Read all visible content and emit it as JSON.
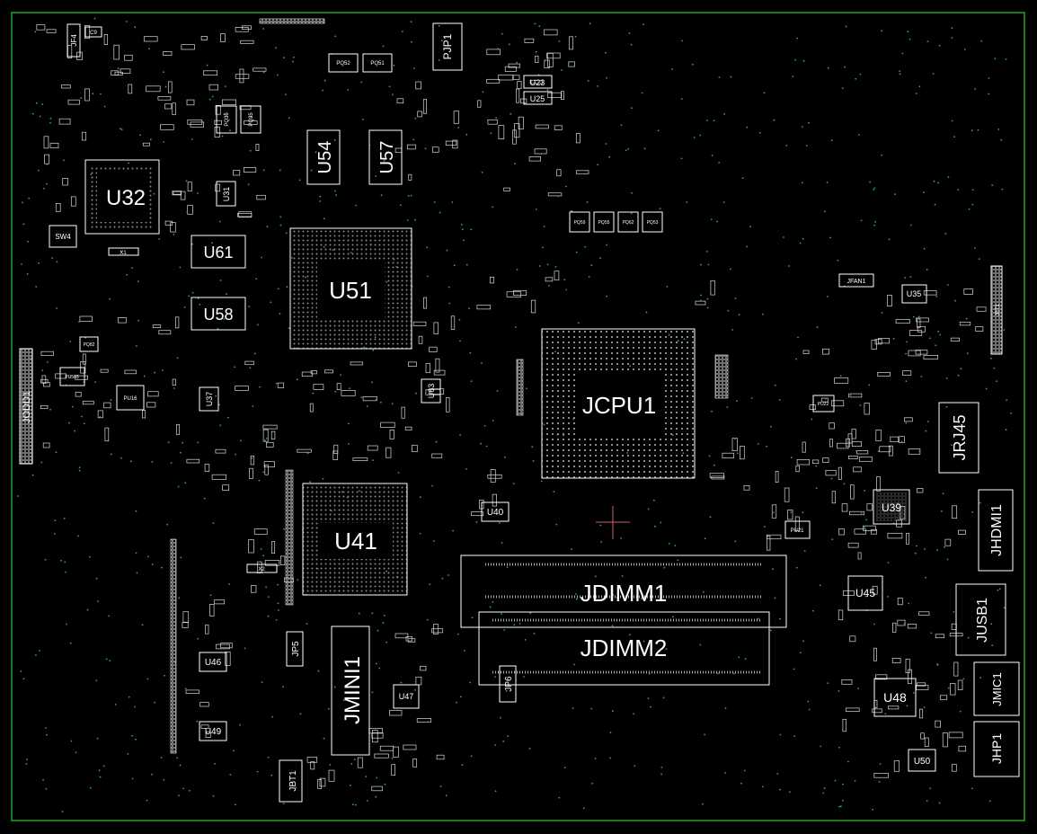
{
  "colors": {
    "background": "#000000",
    "board_outline": "#1e7a1e",
    "silkscreen": "#ffffff",
    "vias": "#2aa58a",
    "origin_marker": "#c86464"
  },
  "components": {
    "U32": "U32",
    "U51": "U51",
    "U41": "U41",
    "JCPU1": "JCPU1",
    "JDIMM1": "JDIMM1",
    "JDIMM2": "JDIMM2",
    "JMINI1": "JMINI1",
    "U54": "U54",
    "U57": "U57",
    "U61": "U61",
    "U58": "U58",
    "JRJ45": "JRJ45",
    "JHDMI1": "JHDMI1",
    "JUSB1": "JUSB1",
    "JMIC1": "JMIC1",
    "JHP1": "JHP1",
    "JODD1": "JODD1",
    "PJP1": "PJP1",
    "U39": "U39",
    "U45": "U45",
    "U48": "U48",
    "U50": "U50",
    "U46": "U46",
    "U49": "U49",
    "U47": "U47",
    "U40": "U40",
    "U37": "U37",
    "U63": "U63",
    "U31": "U31",
    "U35": "U35",
    "U23": "U23",
    "U25": "U25",
    "JP5": "JP5",
    "JP6": "JP6",
    "JBT1": "JBT1",
    "JF4": "JF4",
    "SW4": "SW4",
    "JFAN1": "JFAN1",
    "PU21": "PU21",
    "PU16": "PU16",
    "X1": "X1",
    "X2": "X2",
    "PQ52": "PQ52",
    "PQ51": "PQ51",
    "PQ36": "PQ36",
    "PQ35": "PQ35",
    "PQ59": "PQ59",
    "PQ55": "PQ55",
    "PQ62": "PQ62",
    "PQ53": "PQ53",
    "PQ82": "PQ82",
    "PU503": "PU503",
    "PU22": "PU22",
    "JBT2": "JBT1",
    "C9": "C9"
  }
}
